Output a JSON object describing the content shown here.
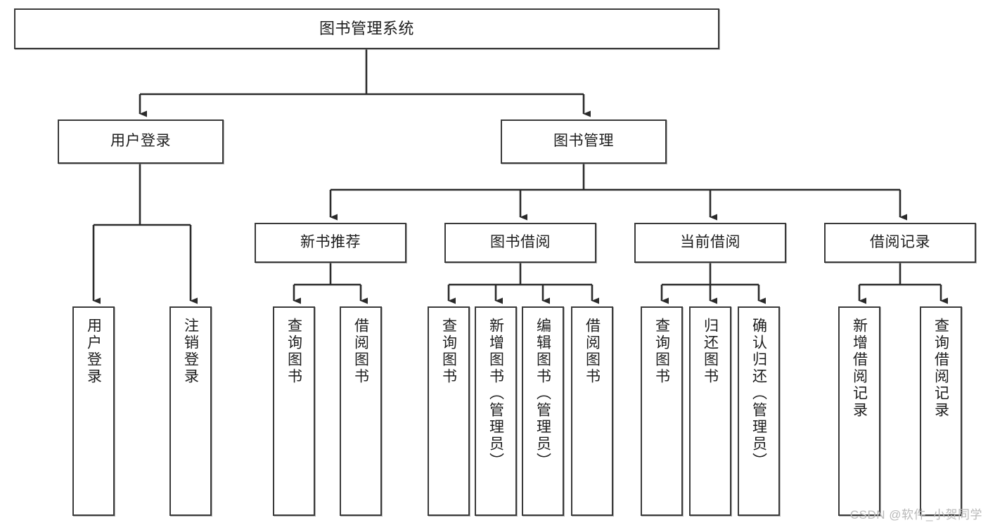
{
  "diagram": {
    "title": "图书管理系统",
    "type": "tree-hierarchy",
    "orientation": "top-down",
    "colors": {
      "box_border": "#3a3a3a",
      "box_fill": "#ffffff",
      "connector": "#2b2b2b",
      "text": "#1d1d1d",
      "watermark": "#b9b9b9",
      "background": "#ffffff"
    }
  },
  "nodes": {
    "root": {
      "label": "图书管理系统"
    },
    "level2": [
      {
        "id": "user-login",
        "label": "用户登录"
      },
      {
        "id": "book-management",
        "label": "图书管理"
      }
    ],
    "level3": [
      {
        "id": "new-book-recommend",
        "label": "新书推荐"
      },
      {
        "id": "book-borrow",
        "label": "图书借阅"
      },
      {
        "id": "current-borrow",
        "label": "当前借阅"
      },
      {
        "id": "borrow-record",
        "label": "借阅记录"
      }
    ],
    "leaves": {
      "user_login": [
        {
          "id": "leaf-user-login",
          "label": "用户登录"
        },
        {
          "id": "leaf-logout-login",
          "label": "注销登录"
        }
      ],
      "new_book_recommend": [
        {
          "id": "leaf-query-book-1",
          "label": "查询图书"
        },
        {
          "id": "leaf-borrow-book-1",
          "label": "借阅图书"
        }
      ],
      "book_borrow": [
        {
          "id": "leaf-query-book-2",
          "label": "查询图书"
        },
        {
          "id": "leaf-add-book",
          "label": "新增图书（管理员）"
        },
        {
          "id": "leaf-edit-book",
          "label": "编辑图书（管理员）"
        },
        {
          "id": "leaf-borrow-book-2",
          "label": "借阅图书"
        }
      ],
      "current_borrow": [
        {
          "id": "leaf-query-book-3",
          "label": "查询图书"
        },
        {
          "id": "leaf-return-book",
          "label": "归还图书"
        },
        {
          "id": "leaf-confirm-return",
          "label": "确认归还（管理员）"
        }
      ],
      "borrow_record": [
        {
          "id": "leaf-add-record",
          "label": "新增借阅记录"
        },
        {
          "id": "leaf-query-record",
          "label": "查询借阅记录"
        }
      ]
    }
  },
  "watermark": {
    "text": "CSDN @软件_小贺同学"
  }
}
